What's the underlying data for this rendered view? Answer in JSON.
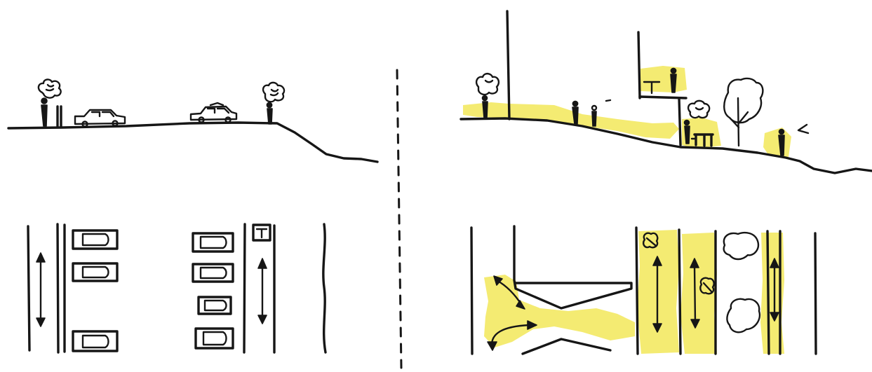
{
  "colors": {
    "ink": "#161616",
    "highlight": "#f3ea6a",
    "paper": "#ffffff"
  },
  "panels": [
    {
      "id": "existing",
      "views": [
        "section",
        "plan"
      ],
      "elements": [
        "pedestrian",
        "tree",
        "car",
        "walking-direction-arrow",
        "parked-car",
        "sign"
      ]
    },
    {
      "id": "proposed",
      "views": [
        "section",
        "plan"
      ],
      "elements": [
        "pedestrian",
        "tree",
        "overlook-platform",
        "picnic-table",
        "walking-direction-arrow",
        "highlighted-pedestrian-zone"
      ]
    }
  ]
}
